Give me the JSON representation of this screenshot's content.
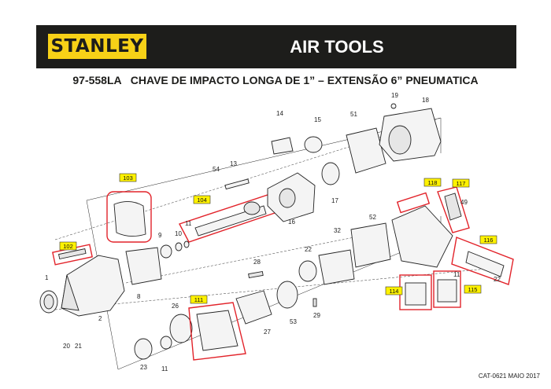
{
  "header": {
    "brand": "STANLEY",
    "title": "AIR TOOLS"
  },
  "document": {
    "title": "97-558LA   CHAVE DE IMPACTO LONGA DE 1” – EXTENSÃO 6” PNEUMATICA",
    "footer": "CAT-0621 MAIO 2017"
  },
  "colors": {
    "header_bg": "#1d1d1b",
    "brand_yellow": "#f7d117",
    "callout_yellow": "#fff200",
    "highlight_red": "#e2232a"
  },
  "callouts": [
    "103",
    "104",
    "102",
    "111",
    "118",
    "117",
    "116",
    "114",
    "115"
  ],
  "part_numbers": [
    "1",
    "2",
    "8",
    "9",
    "10",
    "11",
    "13",
    "14",
    "15",
    "16",
    "17",
    "18",
    "19",
    "20",
    "21",
    "22",
    "23",
    "26",
    "27",
    "28",
    "29",
    "32",
    "49",
    "51",
    "52",
    "53",
    "54",
    "11",
    "11",
    "22"
  ]
}
